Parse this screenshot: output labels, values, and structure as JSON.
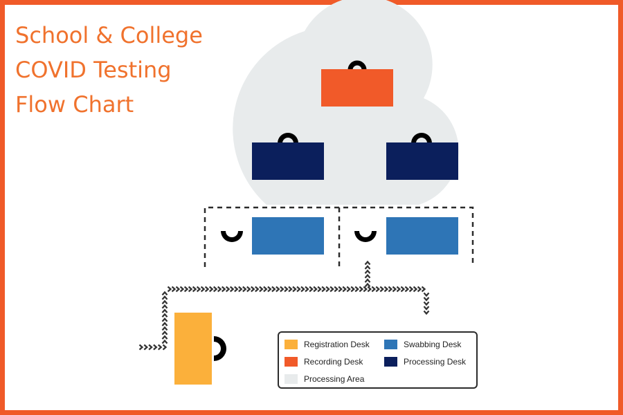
{
  "title": {
    "line1": "School & College",
    "line2": "COVID Testing",
    "line3": "Flow Chart"
  },
  "colors": {
    "frame": "#f05a28",
    "title": "#f0722d",
    "registration": "#fbb03b",
    "recording": "#f15a29",
    "swabbing": "#2e75b6",
    "processing": "#0b1f5c",
    "processing_area": "#e8ebec",
    "person": "#000000",
    "arrow": "#333333"
  },
  "legend": {
    "registration": "Registration Desk",
    "swabbing": "Swabbing Desk",
    "recording": "Recording Desk",
    "processing": "Processing Desk",
    "processing_area": "Processing Area"
  },
  "icons": {
    "person": "person-seated-icon",
    "arrow": "chevron-arrow-icon"
  }
}
